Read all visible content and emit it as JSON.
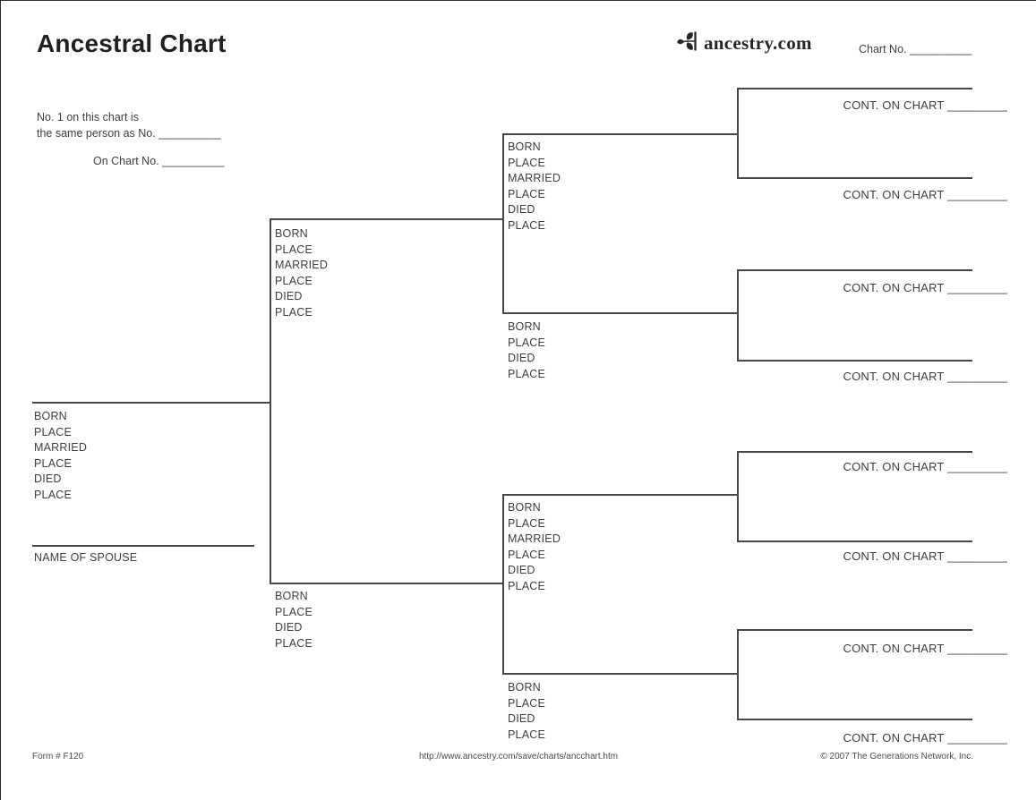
{
  "header": {
    "title": "Ancestral Chart",
    "logo_text": "ancestry.com",
    "chart_no": "Chart No. __________"
  },
  "reference": {
    "line1": "No. 1 on this chart is",
    "line2": "the same person as No. __________",
    "line3": "On Chart No. __________"
  },
  "blocks": {
    "person1": [
      "BORN",
      "PLACE",
      "MARRIED",
      "PLACE",
      "DIED",
      "PLACE"
    ],
    "spouse": "NAME OF SPOUSE",
    "father": [
      "BORN",
      "PLACE",
      "MARRIED",
      "PLACE",
      "DIED",
      "PLACE"
    ],
    "mother": [
      "BORN",
      "PLACE",
      "DIED",
      "PLACE"
    ],
    "paternal_grandfather": [
      "BORN",
      "PLACE",
      "MARRIED",
      "PLACE",
      "DIED",
      "PLACE"
    ],
    "paternal_grandmother": [
      "BORN",
      "PLACE",
      "DIED",
      "PLACE"
    ],
    "maternal_grandfather": [
      "BORN",
      "PLACE",
      "MARRIED",
      "PLACE",
      "DIED",
      "PLACE"
    ],
    "maternal_grandmother": [
      "BORN",
      "PLACE",
      "DIED",
      "PLACE"
    ]
  },
  "cont_label": "CONT. ON CHART _________",
  "footer": {
    "form_number": "Form # F120",
    "url": "http://www.ancestry.com/save/charts/ancchart.htm",
    "copyright": "© 2007 The Generations Network, Inc."
  },
  "colors": {
    "line": "#474747",
    "text": "#3e3e3e",
    "title": "#231f20",
    "border": "#2f2f2f"
  }
}
